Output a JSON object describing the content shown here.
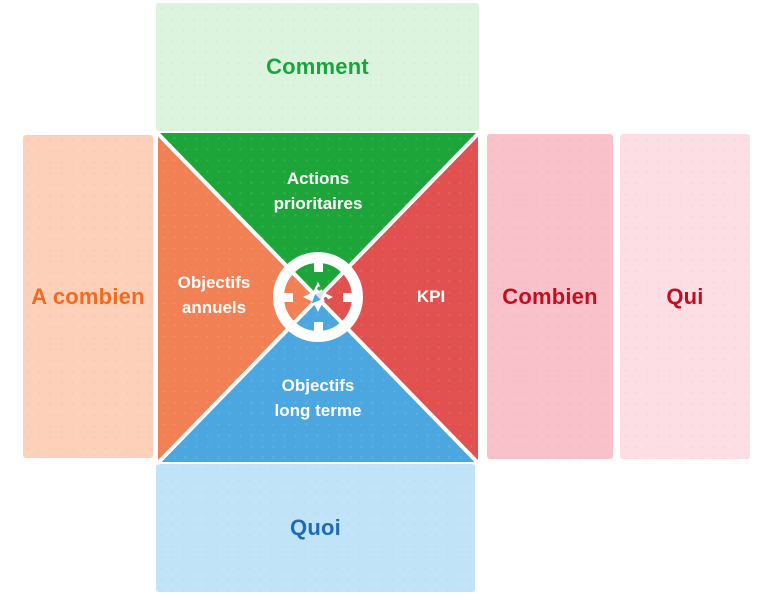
{
  "diagram": {
    "outer_blocks": {
      "top": {
        "label": "Comment",
        "bg": "#dcf3de",
        "text_color": "#19a53c"
      },
      "left": {
        "label": "A combien",
        "bg": "#fcd0b9",
        "text_color": "#f2691f"
      },
      "right_inner": {
        "label": "Combien",
        "bg": "#f9c2cb",
        "text_color": "#c20e20"
      },
      "right_outer": {
        "label": "Qui",
        "bg": "#fcdee4",
        "text_color": "#c20e20"
      },
      "bottom": {
        "label": "Quoi",
        "bg": "#c0e3f7",
        "text_color": "#1e6cb2"
      }
    },
    "quadrants": {
      "top": {
        "label": "Actions\nprioritaires",
        "color": "#1ea53a"
      },
      "left": {
        "label": "Objectifs\nannuels",
        "color": "#f18154"
      },
      "right": {
        "label": "KPI",
        "color": "#e05150"
      },
      "bottom": {
        "label": "Objectifs\nlong terme",
        "color": "#4ca7e0"
      }
    },
    "quadrant_text_color": "#ffffff",
    "center_icon": "compass-icon"
  }
}
